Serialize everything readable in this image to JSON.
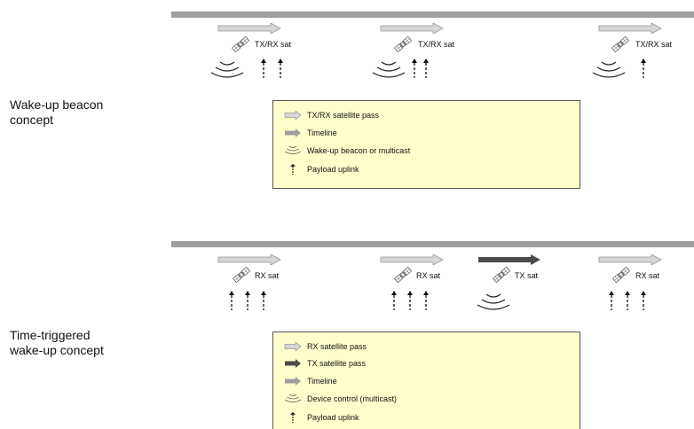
{
  "colors": {
    "timeline": "#9e9e9e",
    "rx_pass": "#d6d6d6",
    "tx_pass": "#4a4a4a",
    "legend_bg": "#ffffcc"
  },
  "section_top": {
    "concept_label": "Wake-up beacon\nconcept",
    "sat_label": "TX/RX sat",
    "legend": {
      "items": [
        {
          "icon": "light-arrow-icon",
          "label": "TX/RX satellite pass"
        },
        {
          "icon": "timeline-arrow-icon",
          "label": "Timeline"
        },
        {
          "icon": "wave-icon",
          "label": "Wake-up beacon or multicast"
        },
        {
          "icon": "uplink-arrow-icon",
          "label": "Payload uplink"
        }
      ]
    }
  },
  "section_bottom": {
    "concept_label": "Time-triggered\nwake-up concept",
    "rx_sat_label": "RX sat",
    "tx_sat_label": "TX sat",
    "legend": {
      "items": [
        {
          "icon": "light-arrow-icon",
          "label": "RX satellite pass"
        },
        {
          "icon": "dark-arrow-icon",
          "label": "TX satellite pass"
        },
        {
          "icon": "timeline-arrow-icon",
          "label": "Timeline"
        },
        {
          "icon": "wave-icon",
          "label": "Device control (multicast)"
        },
        {
          "icon": "uplink-arrow-icon",
          "label": "Payload uplink"
        }
      ]
    }
  }
}
